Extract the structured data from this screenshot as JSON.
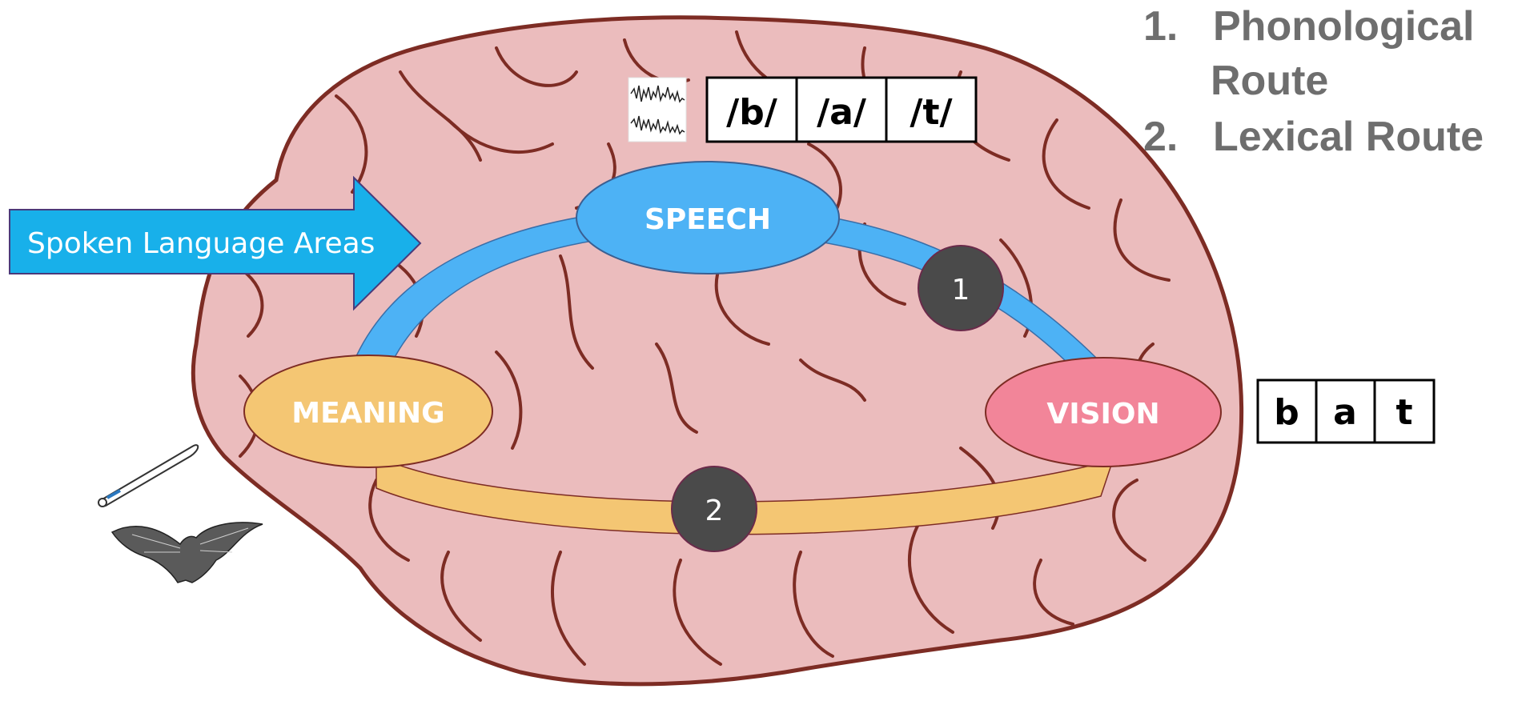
{
  "legend": {
    "item1_number": "1.",
    "item1_line1": "Phonological",
    "item1_line2": "Route",
    "item2_number": "2.",
    "item2_text": "Lexical Route"
  },
  "arrow": {
    "label": "Spoken Language Areas"
  },
  "nodes": {
    "speech": "SPEECH",
    "meaning": "MEANING",
    "vision": "VISION"
  },
  "badges": {
    "route1": "1",
    "route2": "2"
  },
  "phonemes": [
    "/b/",
    "/a/",
    "/t/"
  ],
  "letters": [
    "b",
    "a",
    "t"
  ],
  "icons": {
    "waveform": "sound-waveform-icon",
    "bat_animal": "bat-animal-icon",
    "baseball_bat": "baseball-bat-icon"
  },
  "colors": {
    "brain_fill": "#ebbcbd",
    "brain_outline": "#7d2c24",
    "speech": "#4db2f5",
    "meaning": "#f4c673",
    "vision": "#f28599",
    "badge": "#4a4a4a",
    "arrow": "#18b0ea",
    "legend_text": "#6e6e6e"
  }
}
